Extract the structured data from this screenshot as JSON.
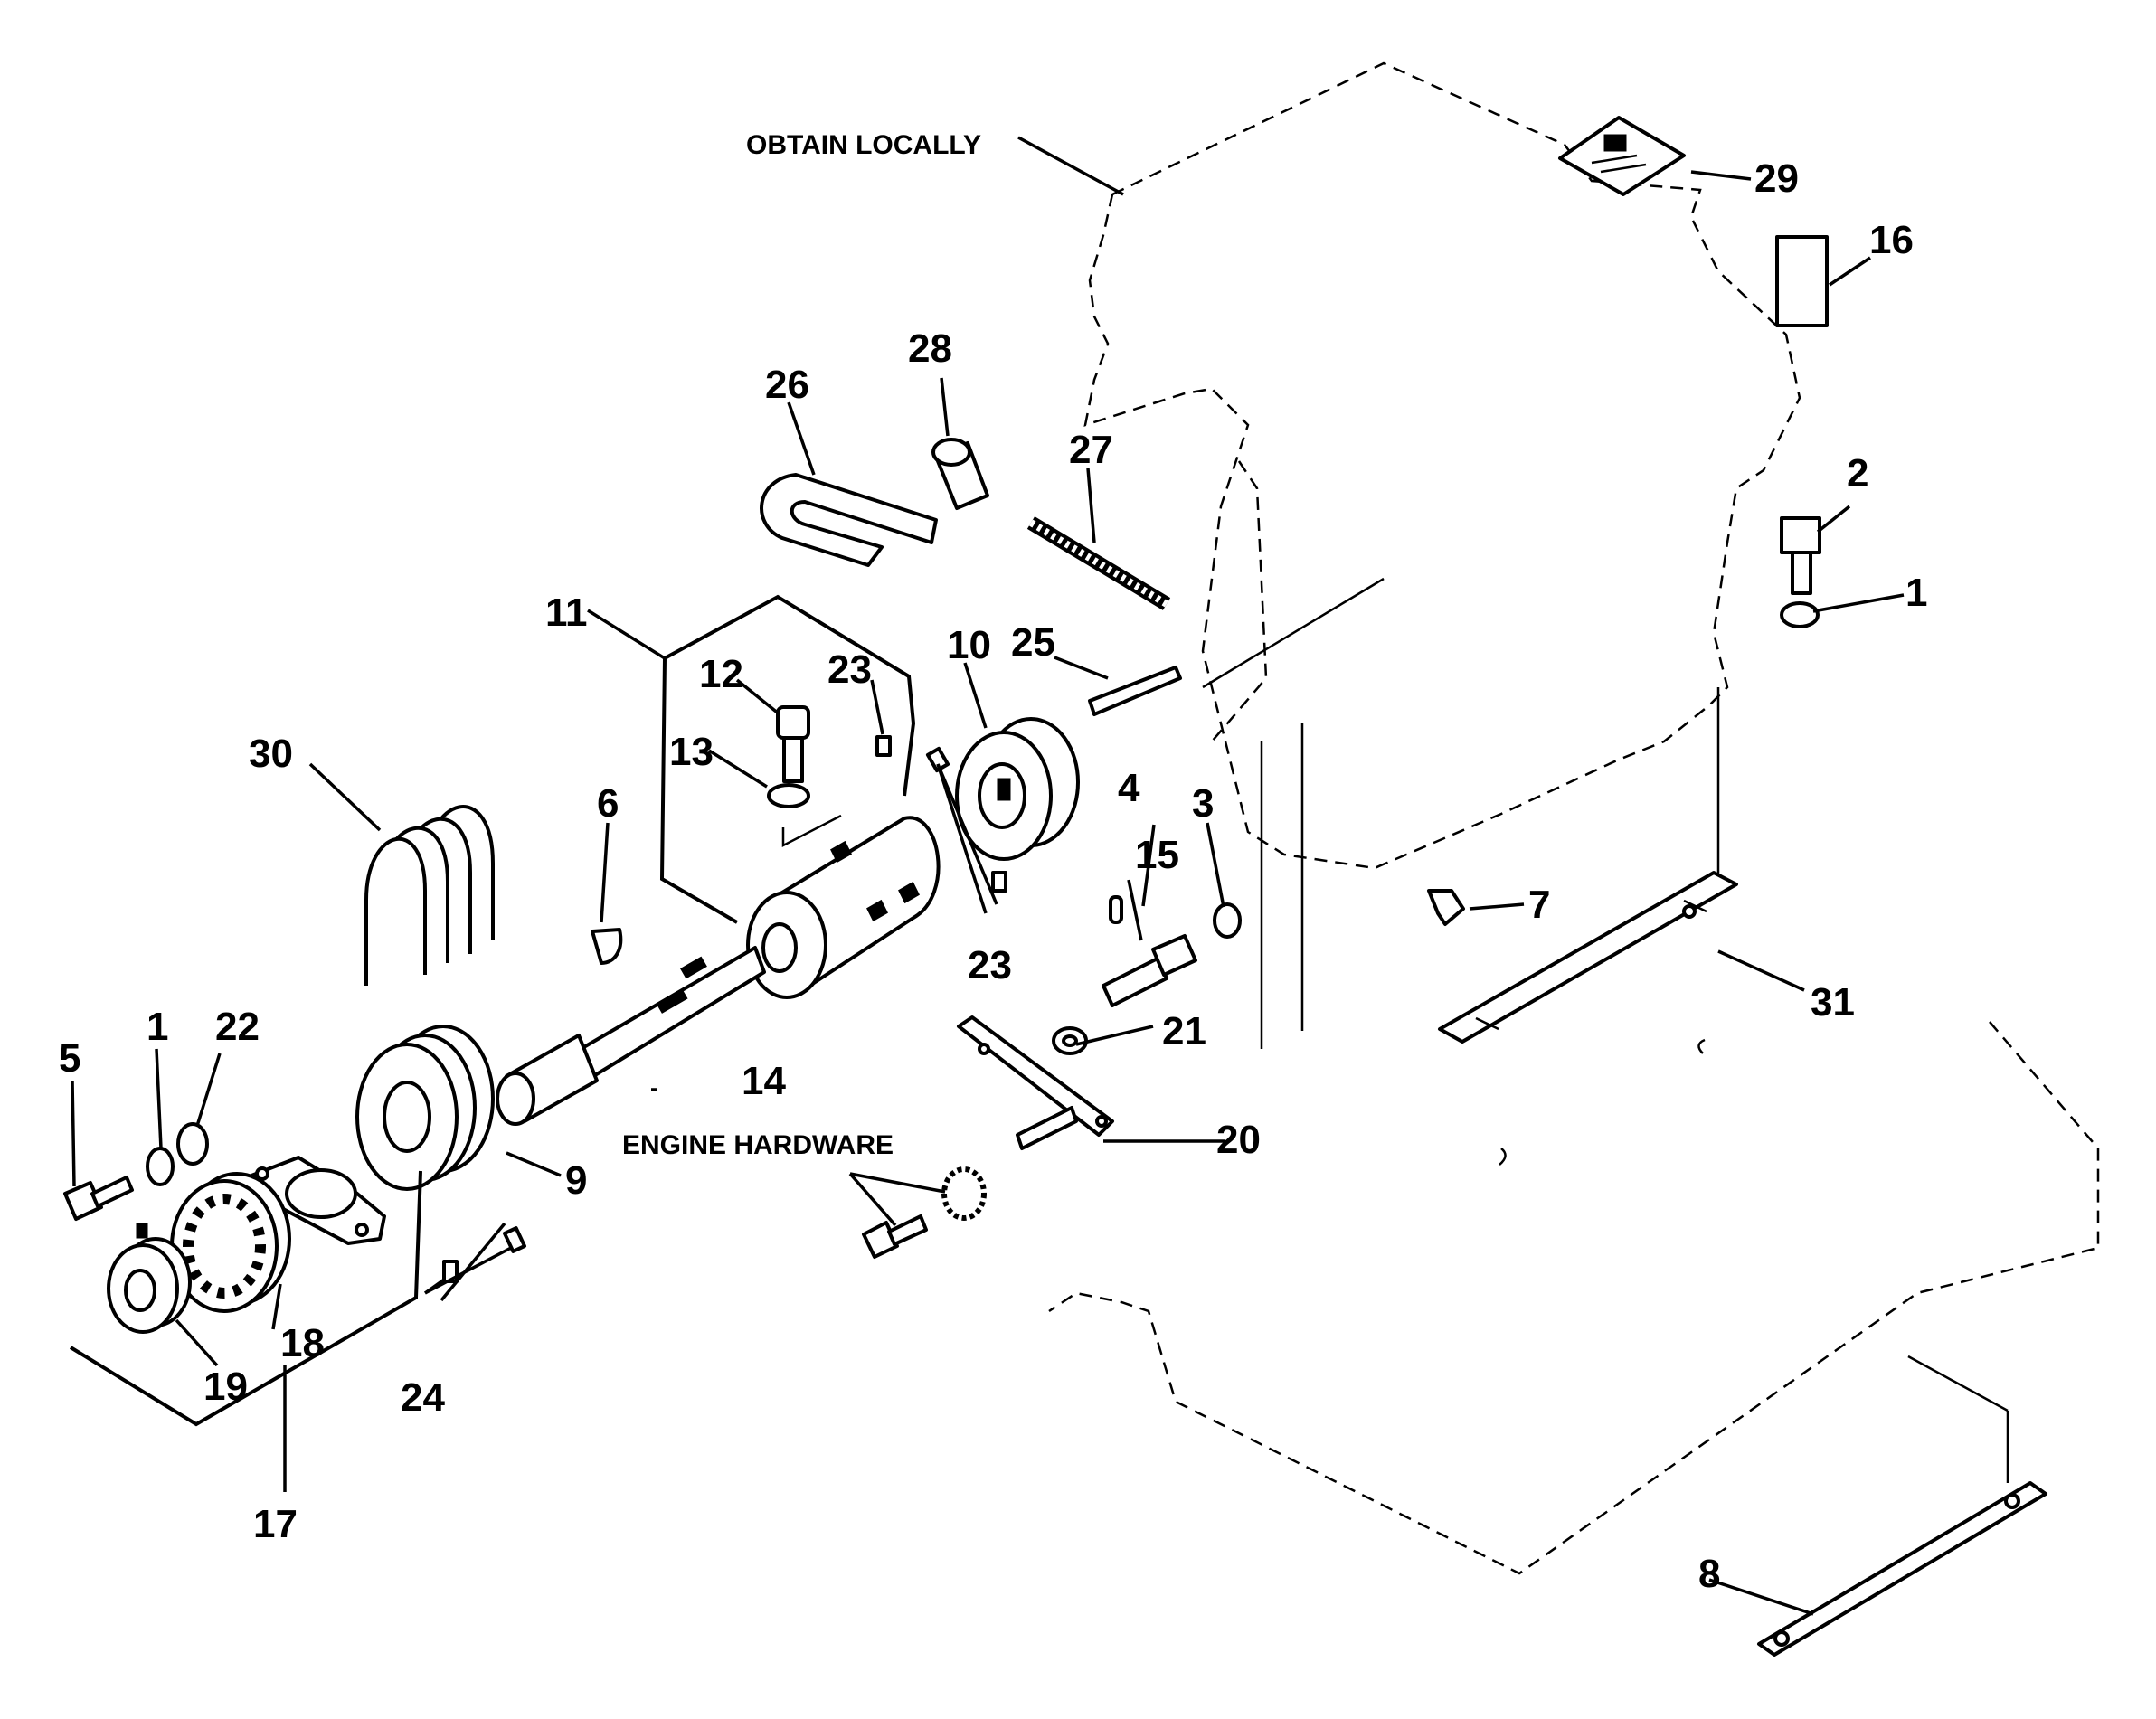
{
  "callouts": {
    "n1a": "1",
    "n1b": "1",
    "n2": "2",
    "n3": "3",
    "n4": "4",
    "n5": "5",
    "n6": "6",
    "n7": "7",
    "n8": "8",
    "n9": "9",
    "n10": "10",
    "n11": "11",
    "n12": "12",
    "n13": "13",
    "n14": "14",
    "n15": "15",
    "n16": "16",
    "n17": "17",
    "n18": "18",
    "n19": "19",
    "n20": "20",
    "n21": "21",
    "n22": "22",
    "n23a": "23",
    "n23b": "23",
    "n24": "24",
    "n25": "25",
    "n26": "26",
    "n27": "27",
    "n28": "28",
    "n29": "29",
    "n30": "30",
    "n31": "31"
  },
  "notes": {
    "obtain_locally": "OBTAIN LOCALLY",
    "engine_hardware": "ENGINE HARDWARE"
  }
}
